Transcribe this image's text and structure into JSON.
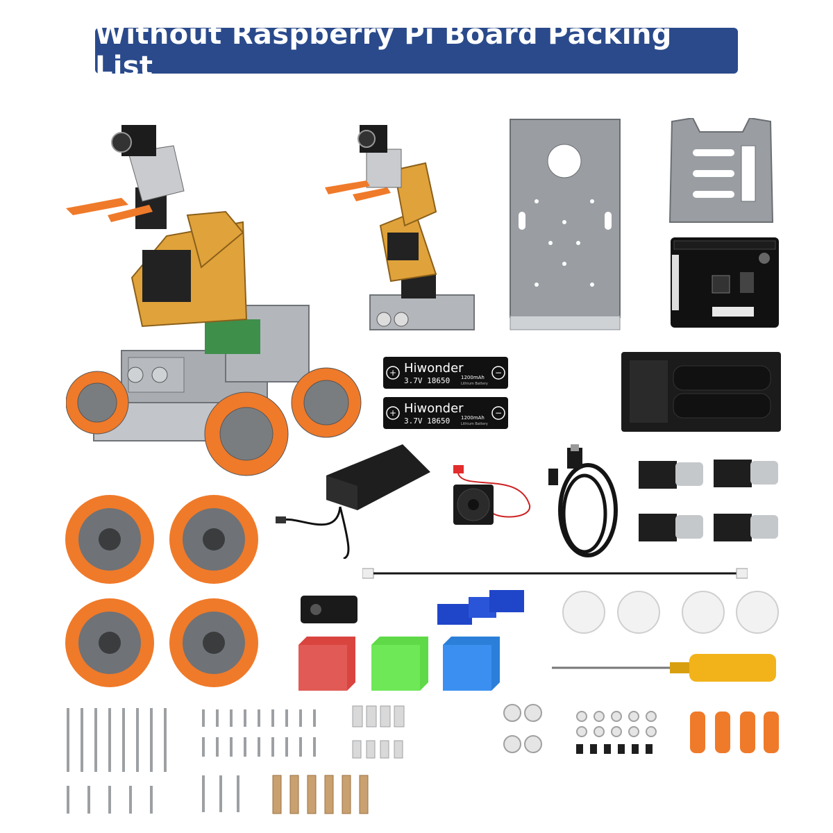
{
  "title": "Without Raspberry Pi Board Packing List",
  "battery": {
    "brand": "Hiwonder",
    "spec": "3.7V 18650",
    "capacity": "1200mAh",
    "type": "Lithium Battery"
  },
  "colors": {
    "banner": "#2a4a8b",
    "arm_gold": "#e0a23a",
    "wheel_orange": "#ef7a2a",
    "metal_gray": "#9a9ea3",
    "cube_red": "#d9443f",
    "cube_green": "#5fd948",
    "cube_blue": "#2b7fd8",
    "screwdriver_yellow": "#f2b21a"
  }
}
